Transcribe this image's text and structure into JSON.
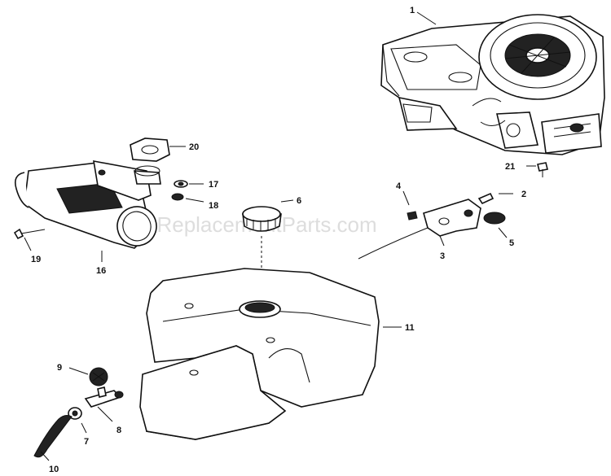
{
  "watermark": "eReplacementParts.com",
  "callouts": [
    {
      "id": "c1",
      "text": "1"
    },
    {
      "id": "c2",
      "text": "2"
    },
    {
      "id": "c3",
      "text": "3"
    },
    {
      "id": "c4",
      "text": "4"
    },
    {
      "id": "c5",
      "text": "5"
    },
    {
      "id": "c6",
      "text": "6"
    },
    {
      "id": "c7",
      "text": "7"
    },
    {
      "id": "c8",
      "text": "8"
    },
    {
      "id": "c9",
      "text": "9"
    },
    {
      "id": "c10",
      "text": "10"
    },
    {
      "id": "c11",
      "text": "11"
    },
    {
      "id": "c16",
      "text": "16"
    },
    {
      "id": "c17",
      "text": "17"
    },
    {
      "id": "c18",
      "text": "18"
    },
    {
      "id": "c19",
      "text": "19"
    },
    {
      "id": "c20",
      "text": "20"
    },
    {
      "id": "c21",
      "text": "21"
    }
  ]
}
